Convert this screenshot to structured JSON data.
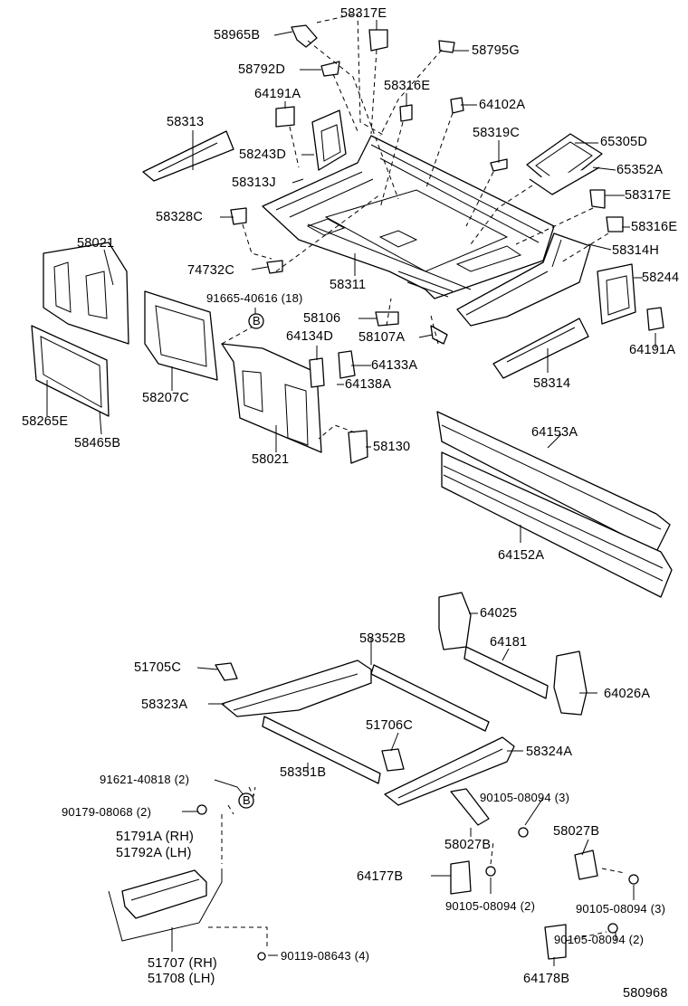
{
  "diagram_id": "580968",
  "labels": [
    {
      "id": "l01",
      "text": "58965B"
    },
    {
      "id": "l02",
      "text": "58317E"
    },
    {
      "id": "l03",
      "text": "58792D"
    },
    {
      "id": "l04",
      "text": "58795G"
    },
    {
      "id": "l05",
      "text": "64191A"
    },
    {
      "id": "l06",
      "text": "58316E"
    },
    {
      "id": "l07",
      "text": "64102A"
    },
    {
      "id": "l08",
      "text": "58313"
    },
    {
      "id": "l09",
      "text": "58243D"
    },
    {
      "id": "l10",
      "text": "58319C"
    },
    {
      "id": "l11",
      "text": "65305D"
    },
    {
      "id": "l12",
      "text": "65352A"
    },
    {
      "id": "l13",
      "text": "58313J"
    },
    {
      "id": "l14",
      "text": "58317E"
    },
    {
      "id": "l15",
      "text": "58328C"
    },
    {
      "id": "l16",
      "text": "58316E"
    },
    {
      "id": "l17",
      "text": "58021"
    },
    {
      "id": "l18",
      "text": "58314H"
    },
    {
      "id": "l19",
      "text": "74732C"
    },
    {
      "id": "l20",
      "text": "58311"
    },
    {
      "id": "l21",
      "text": "58244"
    },
    {
      "id": "l22",
      "text": "91665-40616 (18)"
    },
    {
      "id": "l23",
      "text": "58106"
    },
    {
      "id": "l24",
      "text": "58107A"
    },
    {
      "id": "l25",
      "text": "64134D"
    },
    {
      "id": "l26",
      "text": "64191A"
    },
    {
      "id": "l27",
      "text": "64133A"
    },
    {
      "id": "l28",
      "text": "64138A"
    },
    {
      "id": "l29",
      "text": "58314"
    },
    {
      "id": "l30",
      "text": "58207C"
    },
    {
      "id": "l31",
      "text": "58265E"
    },
    {
      "id": "l32",
      "text": "58465B"
    },
    {
      "id": "l33",
      "text": "58021"
    },
    {
      "id": "l34",
      "text": "58130"
    },
    {
      "id": "l35",
      "text": "64153A"
    },
    {
      "id": "l36",
      "text": "64152A"
    },
    {
      "id": "l37",
      "text": "64025"
    },
    {
      "id": "l38",
      "text": "58352B"
    },
    {
      "id": "l39",
      "text": "64181"
    },
    {
      "id": "l40",
      "text": "51705C"
    },
    {
      "id": "l41",
      "text": "64026A"
    },
    {
      "id": "l42",
      "text": "58323A"
    },
    {
      "id": "l43",
      "text": "51706C"
    },
    {
      "id": "l44",
      "text": "58324A"
    },
    {
      "id": "l45",
      "text": "58351B"
    },
    {
      "id": "l46",
      "text": "91621-40818 (2)"
    },
    {
      "id": "l47",
      "text": "90105-08094 (3)"
    },
    {
      "id": "l48",
      "text": "90179-08068 (2)"
    },
    {
      "id": "l49",
      "text": "58027B"
    },
    {
      "id": "l50",
      "text": "51791A (RH)"
    },
    {
      "id": "l51",
      "text": "51792A (LH)"
    },
    {
      "id": "l52",
      "text": "58027B"
    },
    {
      "id": "l53",
      "text": "64177B"
    },
    {
      "id": "l54",
      "text": "90105-08094 (2)"
    },
    {
      "id": "l55",
      "text": "90105-08094 (3)"
    },
    {
      "id": "l56",
      "text": "51707 (RH)"
    },
    {
      "id": "l57",
      "text": "51708 (LH)"
    },
    {
      "id": "l58",
      "text": "90119-08643 (4)"
    },
    {
      "id": "l59",
      "text": "90105-08094 (2)"
    },
    {
      "id": "l60",
      "text": "64178B"
    }
  ],
  "markers": [
    {
      "id": "m1",
      "text": "B"
    },
    {
      "id": "m2",
      "text": "B"
    }
  ]
}
